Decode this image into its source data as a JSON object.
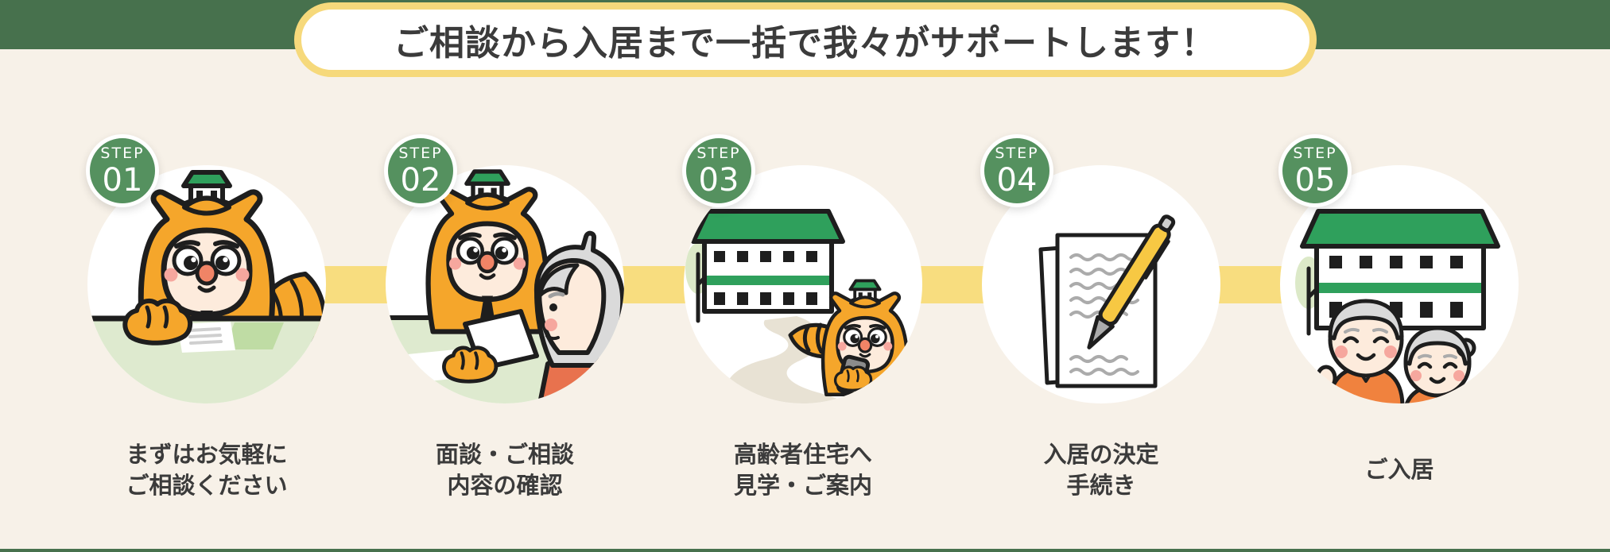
{
  "banner": {
    "text": "ご相談から入居まで一括で我々がサポートします！"
  },
  "colors": {
    "header_green": "#47714D",
    "badge_green": "#55915F",
    "accent_yellow": "#F6D97B",
    "connector_yellow": "#F8DD7F",
    "background_cream": "#F7F1E8",
    "text_dark": "#3B3B3B",
    "mascot_orange": "#F5A62B",
    "roof_green": "#2FA05C"
  },
  "steps": [
    {
      "badge_label": "STEP",
      "number": "01",
      "label": "まずはお気軽に\nご相談ください",
      "illustration": "mascot-owl-at-reception-desk"
    },
    {
      "badge_label": "STEP",
      "number": "02",
      "label": "面談・ご相談\n内容の確認",
      "illustration": "mascot-owl-interview-with-senior"
    },
    {
      "badge_label": "STEP",
      "number": "03",
      "label": "高齢者住宅へ\n見学・ご案内",
      "illustration": "mascot-owl-guiding-to-senior-housing"
    },
    {
      "badge_label": "STEP",
      "number": "04",
      "label": "入居の決定\n手続き",
      "illustration": "contract-documents-and-pen"
    },
    {
      "badge_label": "STEP",
      "number": "05",
      "label": "ご入居",
      "illustration": "senior-couple-at-new-home"
    }
  ]
}
